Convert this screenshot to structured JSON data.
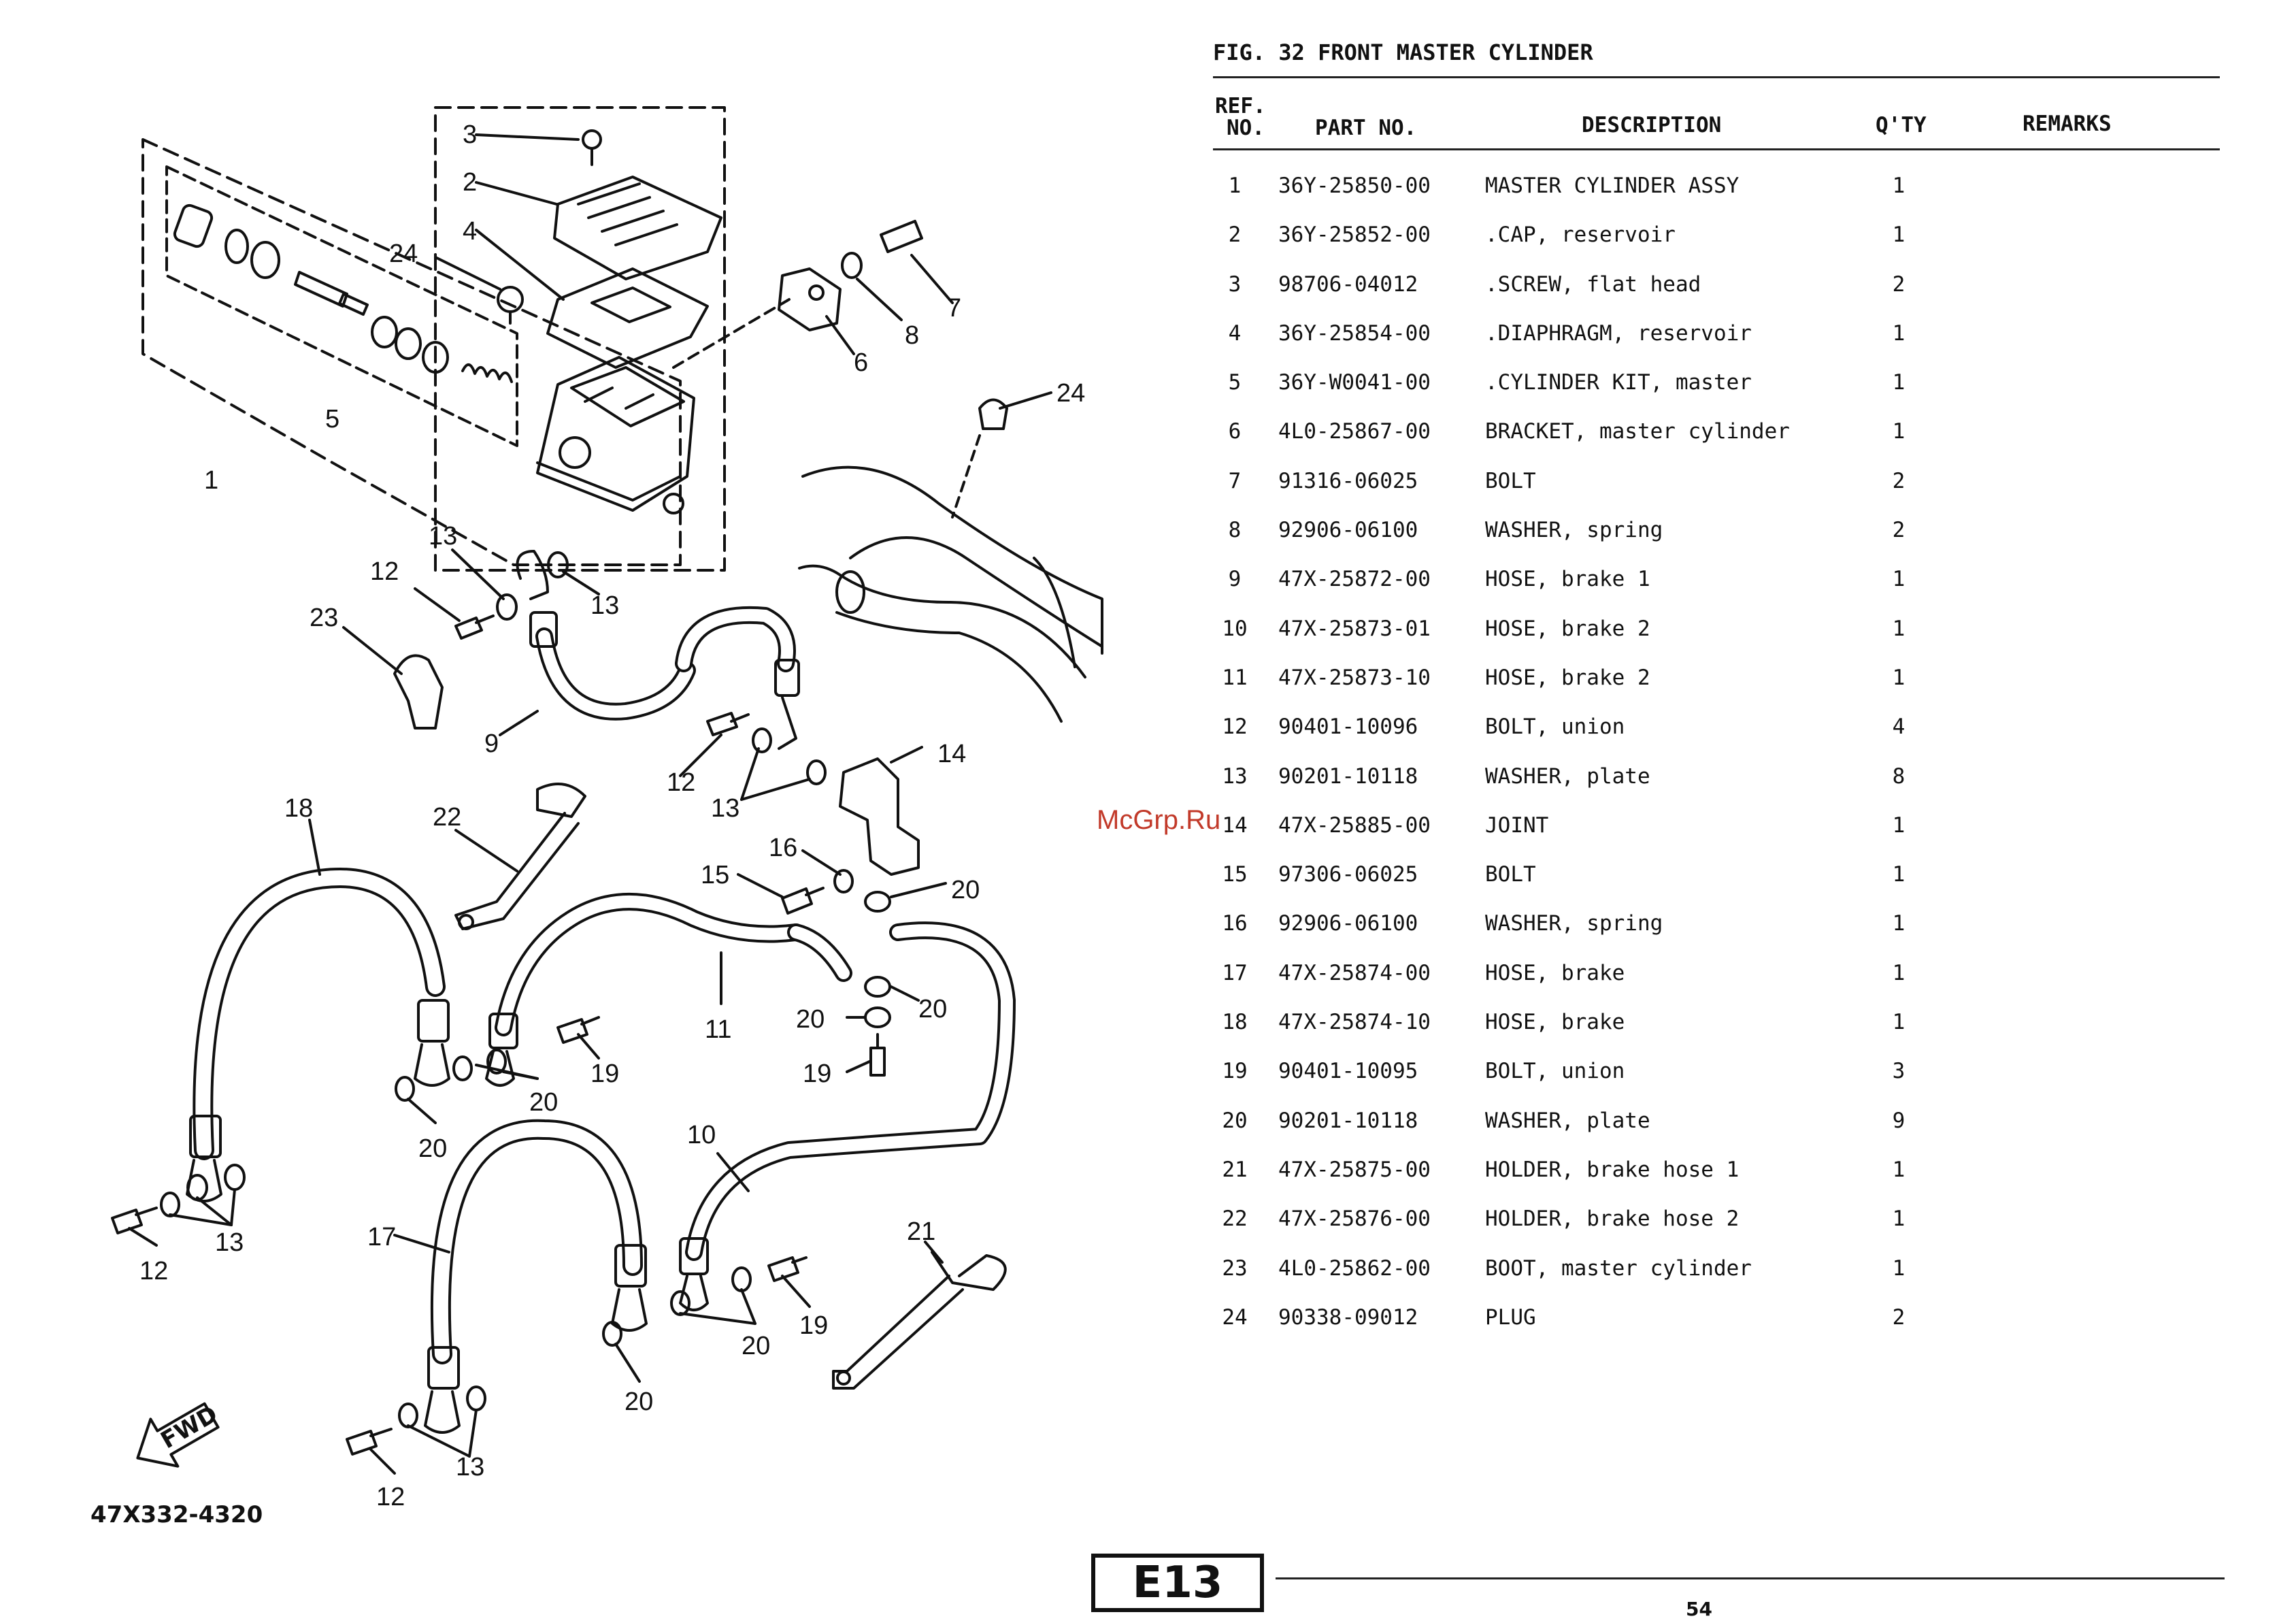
{
  "figure": {
    "title": "FIG. 32  FRONT MASTER CYLINDER",
    "part_code": "47X332-4320",
    "fwd_label": "FWD"
  },
  "table": {
    "headers": {
      "ref_line1": "REF.",
      "ref_line2": "NO.",
      "part_no": "PART NO.",
      "description": "DESCRIPTION",
      "qty": "Q'TY",
      "remarks": "REMARKS"
    },
    "rows": [
      {
        "ref": "1",
        "part": "36Y-25850-00",
        "desc": "MASTER CYLINDER ASSY",
        "qty": "1"
      },
      {
        "ref": "2",
        "part": "36Y-25852-00",
        "desc": ".CAP, reservoir",
        "qty": "1"
      },
      {
        "ref": "3",
        "part": "98706-04012",
        "desc": ".SCREW, flat head",
        "qty": "2"
      },
      {
        "ref": "4",
        "part": "36Y-25854-00",
        "desc": ".DIAPHRAGM, reservoir",
        "qty": "1"
      },
      {
        "ref": "5",
        "part": "36Y-W0041-00",
        "desc": ".CYLINDER KIT, master",
        "qty": "1"
      },
      {
        "ref": "6",
        "part": "4L0-25867-00",
        "desc": "BRACKET, master cylinder",
        "qty": "1"
      },
      {
        "ref": "7",
        "part": "91316-06025",
        "desc": "BOLT",
        "qty": "2"
      },
      {
        "ref": "8",
        "part": "92906-06100",
        "desc": "WASHER, spring",
        "qty": "2"
      },
      {
        "ref": "9",
        "part": "47X-25872-00",
        "desc": "HOSE, brake 1",
        "qty": "1"
      },
      {
        "ref": "10",
        "part": "47X-25873-01",
        "desc": "HOSE, brake 2",
        "qty": "1"
      },
      {
        "ref": "11",
        "part": "47X-25873-10",
        "desc": "HOSE, brake 2",
        "qty": "1"
      },
      {
        "ref": "12",
        "part": "90401-10096",
        "desc": "BOLT, union",
        "qty": "4"
      },
      {
        "ref": "13",
        "part": "90201-10118",
        "desc": "WASHER, plate",
        "qty": "8"
      },
      {
        "ref": "14",
        "part": "47X-25885-00",
        "desc": "JOINT",
        "qty": "1"
      },
      {
        "ref": "15",
        "part": "97306-06025",
        "desc": "BOLT",
        "qty": "1"
      },
      {
        "ref": "16",
        "part": "92906-06100",
        "desc": "WASHER, spring",
        "qty": "1"
      },
      {
        "ref": "17",
        "part": "47X-25874-00",
        "desc": "HOSE, brake",
        "qty": "1"
      },
      {
        "ref": "18",
        "part": "47X-25874-10",
        "desc": "HOSE, brake",
        "qty": "1"
      },
      {
        "ref": "19",
        "part": "90401-10095",
        "desc": "BOLT, union",
        "qty": "3"
      },
      {
        "ref": "20",
        "part": "90201-10118",
        "desc": "WASHER, plate",
        "qty": "9"
      },
      {
        "ref": "21",
        "part": "47X-25875-00",
        "desc": "HOLDER, brake hose 1",
        "qty": "1"
      },
      {
        "ref": "22",
        "part": "47X-25876-00",
        "desc": "HOLDER, brake hose 2",
        "qty": "1"
      },
      {
        "ref": "23",
        "part": "4L0-25862-00",
        "desc": "BOOT, master cylinder",
        "qty": "1"
      },
      {
        "ref": "24",
        "part": "90338-09012",
        "desc": "PLUG",
        "qty": "2"
      }
    ]
  },
  "watermark": "McGrp.Ru",
  "page": {
    "section_code": "E13",
    "number": "54"
  },
  "callouts": [
    "1",
    "2",
    "3",
    "4",
    "5",
    "6",
    "7",
    "8",
    "9",
    "10",
    "11",
    "12",
    "13",
    "14",
    "15",
    "16",
    "17",
    "18",
    "19",
    "20",
    "21",
    "22",
    "23",
    "24"
  ]
}
